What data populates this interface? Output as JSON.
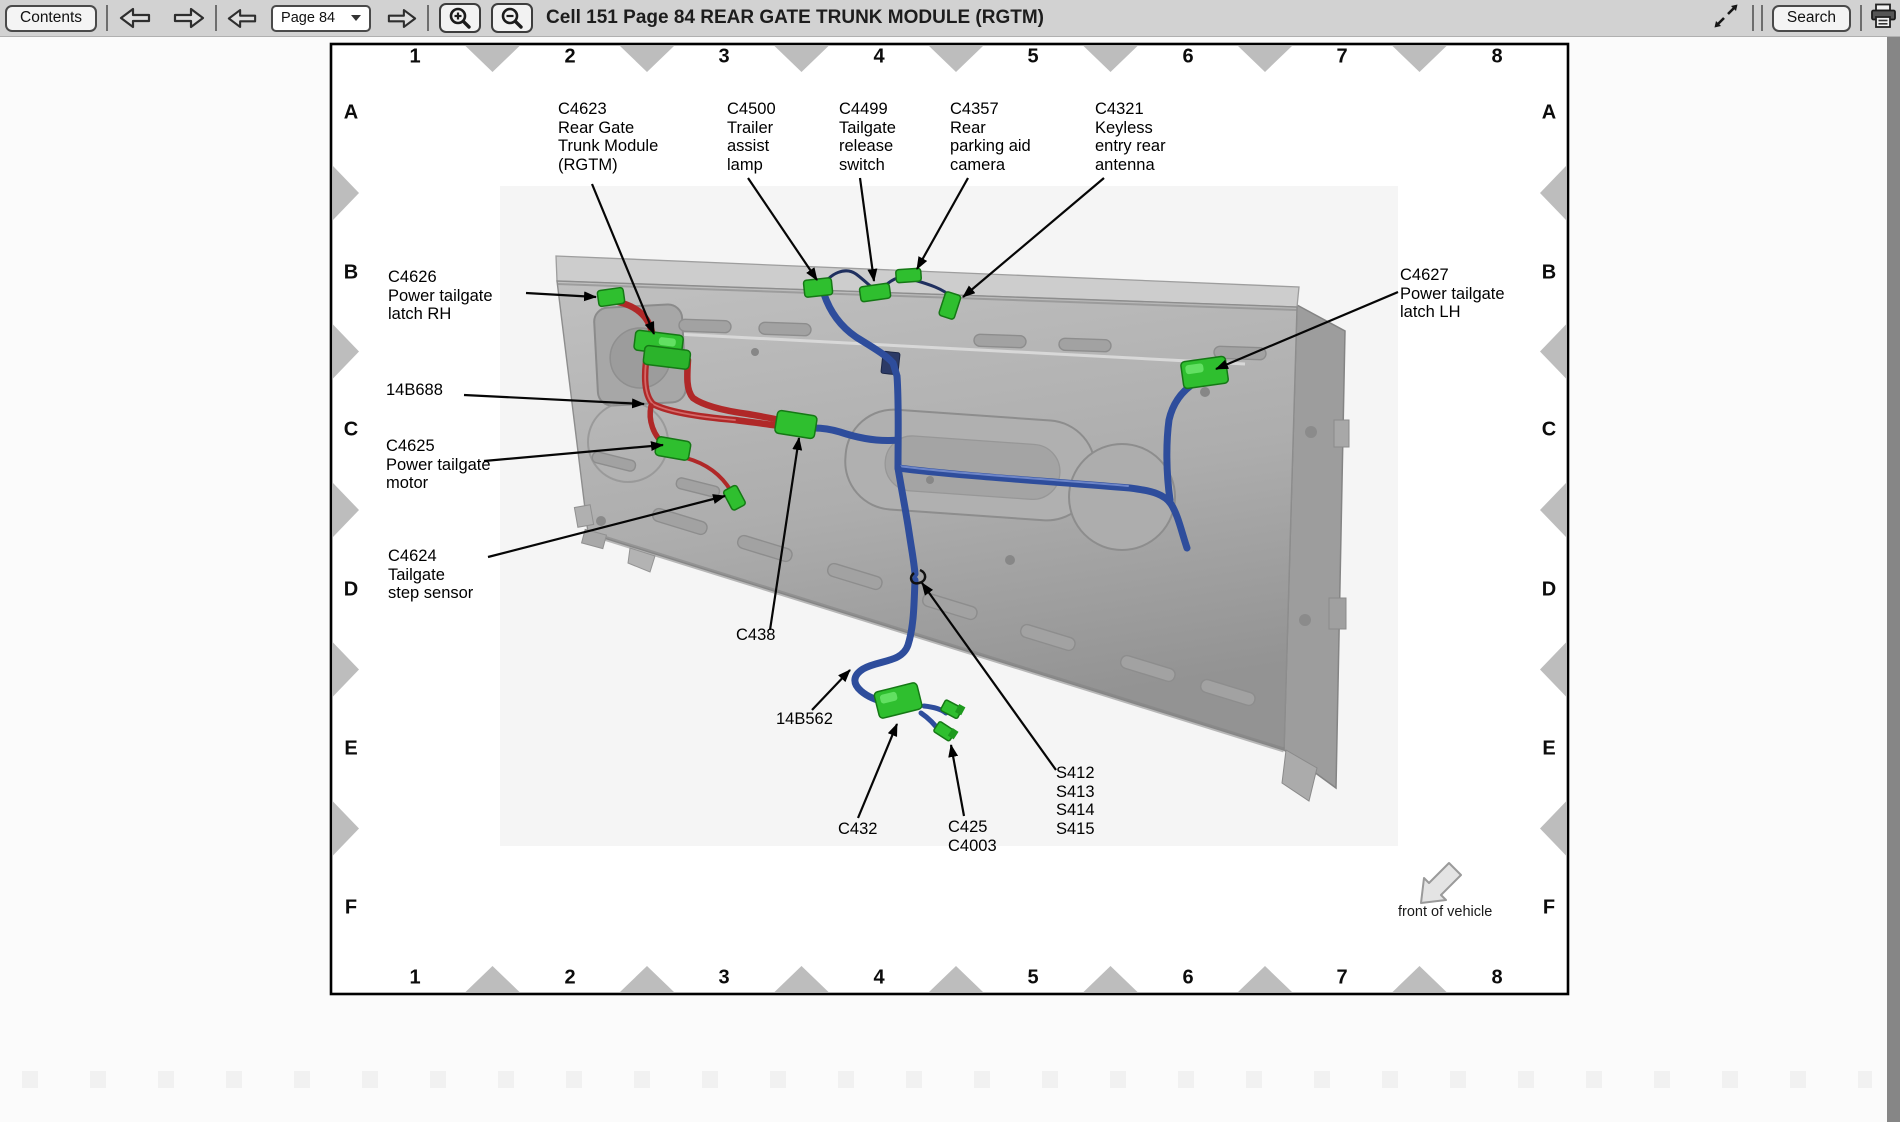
{
  "toolbar": {
    "contents_label": "Contents",
    "page_select_value": "Page 84",
    "title": "Cell 151 Page 84 REAR GATE TRUNK MODULE (RGTM)",
    "search_label": "Search"
  },
  "icons": {
    "nav_back": "outline-arrow-left",
    "nav_forward": "outline-arrow-right",
    "prev_page": "outline-arrow-left",
    "next_page": "outline-arrow-right",
    "zoom_in": "magnifier-plus",
    "zoom_out": "magnifier-minus",
    "expand": "diagonal-resize-arrows",
    "print": "printer"
  },
  "grid": {
    "columns": [
      "1",
      "2",
      "3",
      "4",
      "5",
      "6",
      "7",
      "8"
    ],
    "rows": [
      "A",
      "B",
      "C",
      "D",
      "E",
      "F"
    ]
  },
  "diagram": {
    "callouts": {
      "c4623": "C4623\nRear Gate\nTrunk Module\n(RGTM)",
      "c4500": "C4500\nTrailer\nassist\nlamp",
      "c4499": "C4499\nTailgate\nrelease\nswitch",
      "c4357": "C4357\nRear\nparking aid\ncamera",
      "c4321": "C4321\nKeyless\nentry rear\nantenna",
      "c4626": "C4626\nPower tailgate\nlatch RH",
      "b14b688": "14B688",
      "c4625": "C4625\nPower tailgate\nmotor",
      "c4624": "C4624\nTailgate\nstep sensor",
      "c438": "C438",
      "b14b562": "14B562",
      "c432": "C432",
      "c425": "C425\nC4003",
      "s412": "S412\nS413\nS414\nS415",
      "c4627": "C4627\nPower tailgate\nlatch LH",
      "front_of_vehicle": "front of vehicle"
    },
    "colors": {
      "wire_red": "#b02828",
      "wire_blue": "#2e4d9c",
      "wire_navy": "#20305f",
      "connector_green": "#2fbf2f",
      "tailgate_gray": "#b0b0b0",
      "triangle_gray": "#bdbdbd",
      "toolbar_gray": "#d2d2d2"
    }
  }
}
